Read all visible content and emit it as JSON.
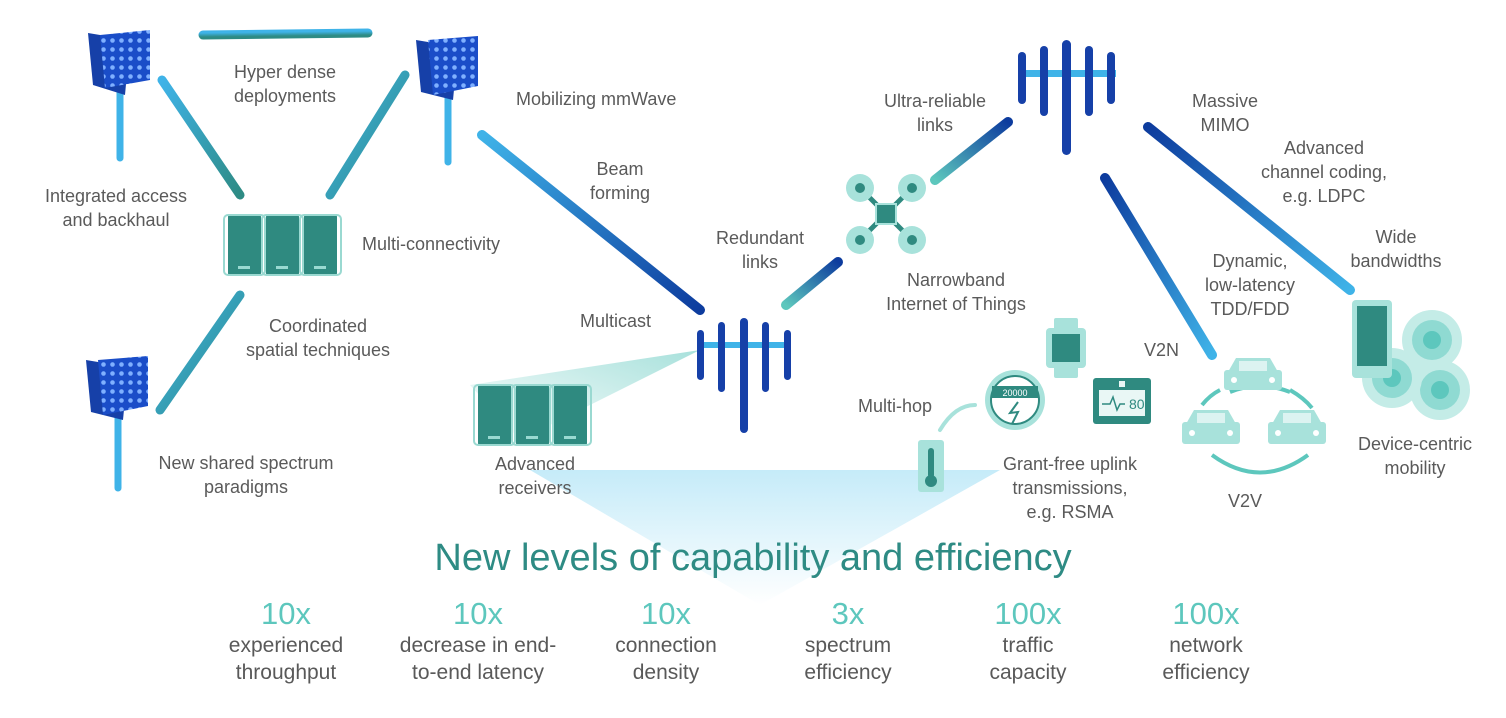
{
  "labels": {
    "hyper_dense": "Hyper dense\ndeployments",
    "mobilizing_mmwave": "Mobilizing mmWave",
    "integrated_access": "Integrated access\nand backhaul",
    "multi_connectivity": "Multi-connectivity",
    "coordinated_spatial": "Coordinated\nspatial techniques",
    "new_shared_spectrum": "New shared spectrum\nparadigms",
    "beam_forming": "Beam\nforming",
    "redundant_links": "Redundant\nlinks",
    "multicast": "Multicast",
    "advanced_receivers": "Advanced\nreceivers",
    "ultra_reliable": "Ultra-reliable\nlinks",
    "narrowband_iot": "Narrowband\nInternet of Things",
    "massive_mimo": "Massive\nMIMO",
    "advanced_channel_coding": "Advanced\nchannel coding,\ne.g. LDPC",
    "wide_bandwidths": "Wide\nbandwidths",
    "dynamic_tdd": "Dynamic,\nlow-latency\nTDD/FDD",
    "v2n": "V2N",
    "v2v": "V2V",
    "multi_hop": "Multi-hop",
    "grant_free": "Grant-free uplink\ntransmissions,\ne.g. RSMA",
    "device_centric": "Device-centric\nmobility",
    "meter_reading": "20000",
    "monitor_reading": "80"
  },
  "headline": "New levels of capability and efficiency",
  "metrics": [
    {
      "value": "10x",
      "desc": "experienced\nthroughput"
    },
    {
      "value": "10x",
      "desc": "decrease in end-\nto-end latency"
    },
    {
      "value": "10x",
      "desc": "connection\ndensity"
    },
    {
      "value": "3x",
      "desc": "spectrum\nefficiency"
    },
    {
      "value": "100x",
      "desc": "traffic\ncapacity"
    },
    {
      "value": "100x",
      "desc": "network\nefficiency"
    }
  ],
  "colors": {
    "dark_blue": "#0d3c9e",
    "light_blue": "#3fb3e8",
    "teal": "#2e8b84",
    "teal_light": "#5dc7bd",
    "phone_teal": "#2f8a80"
  }
}
